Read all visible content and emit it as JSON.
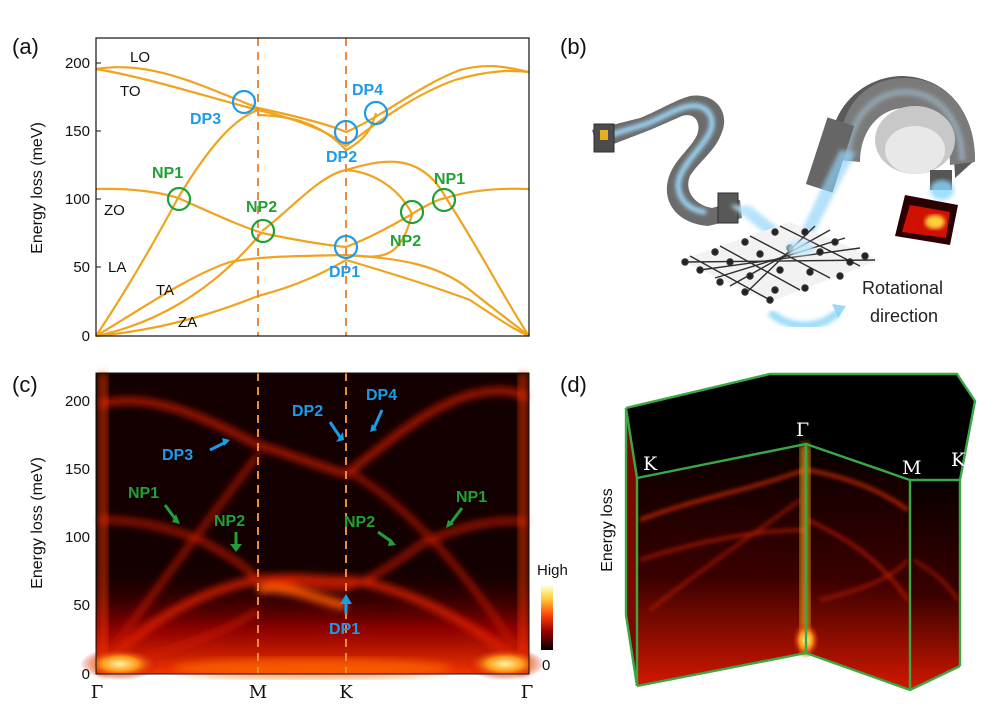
{
  "panels": {
    "a": {
      "label": "(a)",
      "ylabel": "Energy loss (meV)",
      "yticks": [
        "0",
        "50",
        "100",
        "150",
        "200"
      ],
      "branches": [
        "LO",
        "TO",
        "ZO",
        "LA",
        "TA",
        "ZA"
      ],
      "points": [
        {
          "name": "DP3",
          "color": "#1e9be6"
        },
        {
          "name": "DP4",
          "color": "#1e9be6"
        },
        {
          "name": "DP2",
          "color": "#1e9be6"
        },
        {
          "name": "DP1",
          "color": "#1e9be6"
        },
        {
          "name": "NP1",
          "color": "#21a035"
        },
        {
          "name": "NP2",
          "color": "#21a035"
        },
        {
          "name": "NP2",
          "color": "#21a035"
        },
        {
          "name": "NP1",
          "color": "#21a035"
        }
      ]
    },
    "b": {
      "label": "(b)",
      "text_line1": "Rotational",
      "text_line2": "direction"
    },
    "c": {
      "label": "(c)",
      "ylabel": "Energy loss (meV)",
      "yticks": [
        "0",
        "50",
        "100",
        "150",
        "200"
      ],
      "xticks": [
        "Γ",
        "M",
        "K",
        "Γ"
      ],
      "colorbar": {
        "high": "High",
        "low": "0"
      },
      "arrows": [
        {
          "name": "DP2",
          "color": "#1e9be6"
        },
        {
          "name": "DP4",
          "color": "#1e9be6"
        },
        {
          "name": "DP3",
          "color": "#1e9be6"
        },
        {
          "name": "DP1",
          "color": "#1e9be6"
        },
        {
          "name": "NP1",
          "color": "#21a035"
        },
        {
          "name": "NP2",
          "color": "#21a035"
        },
        {
          "name": "NP2",
          "color": "#21a035"
        },
        {
          "name": "NP1",
          "color": "#21a035"
        }
      ]
    },
    "d": {
      "label": "(d)",
      "ylabel": "Energy loss",
      "corners": [
        "K",
        "Γ",
        "M",
        "K"
      ]
    }
  },
  "colors": {
    "dispersion": "#f0a31e",
    "dashed": "#ef8a3c",
    "cyan": "#1e9be6",
    "green": "#21a035",
    "frame": "#3aa845"
  }
}
